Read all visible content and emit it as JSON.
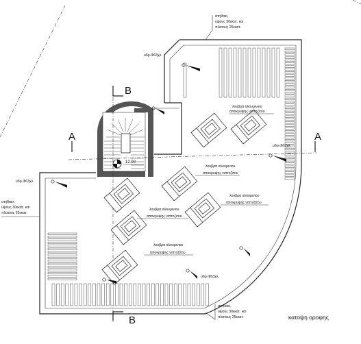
{
  "title": "κατοψη οροφης",
  "section_markers": {
    "a_left": "A",
    "a_right": "A",
    "b_top": "B",
    "b_bottom": "B"
  },
  "elevation": "12.00",
  "notes": {
    "sill_top_l1": "στηθαιο,",
    "sill_top_l2": "υψους 30εκατ. και",
    "sill_top_l3": "πλατους 25εκατ.",
    "sill_left_l1": "στηθαιο,",
    "sill_left_l2": "υψους 30εκατ. και",
    "sill_left_l3": "πλατους 25εκατ.",
    "sill_bottom_l1": "στηθαιο,",
    "sill_bottom_l2": "υψους 30εκατ. και",
    "sill_bottom_l3": "πλατους 25εκατ.",
    "drain_1": "υδρ.Φ63χλ.",
    "drain_2": "υδρ.Φ63χλ.",
    "drain_3": "υδρ.Φ63χλ.",
    "drain_4": "υδρ.Φ63χλ.",
    "sky_1a": "λουβρα αλουμινιου",
    "sky_1b": "αποκρυψης νιπτοζιτου",
    "sky_2a": "λουβρα αλουμινιου",
    "sky_2b": "αποκρυψης νιπτοζιτου",
    "sky_3a": "λουβρα αλουμινιου",
    "sky_3b": "αποκρυψης νιπτοζιτου",
    "sky_4a": "λουβρα αλουμινιου",
    "sky_4b": "αποκρυψης νιπτοζιτου",
    "sky_5a": "λουβρα αλουμινιου",
    "sky_5b": "αποκρυψης νιπτοζιτου"
  }
}
